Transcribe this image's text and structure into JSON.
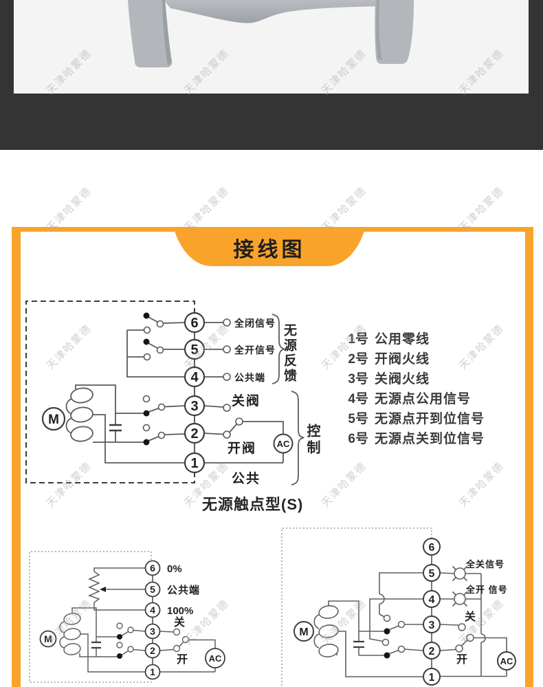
{
  "colors": {
    "accent": "#F9A32B",
    "dark_band": "#343434",
    "photo_bg": "#f4f4f5"
  },
  "watermark": {
    "text": "天津哈蒙德"
  },
  "banner": {
    "title": "接线图"
  },
  "legend": {
    "items": [
      {
        "num": "1号",
        "desc": "公用零线"
      },
      {
        "num": "2号",
        "desc": "开阀火线"
      },
      {
        "num": "3号",
        "desc": "关阀火线"
      },
      {
        "num": "4号",
        "desc": "无源点公用信号"
      },
      {
        "num": "5号",
        "desc": "无源点开到位信号"
      },
      {
        "num": "6号",
        "desc": "无源点关到位信号"
      }
    ]
  },
  "main": {
    "terminals": [
      "6",
      "5",
      "4",
      "3",
      "2",
      "1"
    ],
    "labels": {
      "full_close": "全闭信号",
      "full_open": "全开信号",
      "common_fb": "公共端",
      "close_valve": "关阀",
      "open_valve": "开阀",
      "common": "公共",
      "feedback_group": "无源反馈",
      "control_group": "控制",
      "ac": "AC",
      "motor": "M"
    },
    "caption": "无源触点型(S)"
  },
  "bottom_left": {
    "terminals": [
      "6",
      "5",
      "4",
      "3",
      "2",
      "1"
    ],
    "labels": {
      "p0": "0%",
      "common": "公共端",
      "p100": "100%",
      "close": "关",
      "open": "开",
      "ac": "AC",
      "motor": "M"
    }
  },
  "bottom_right": {
    "terminals": [
      "6",
      "5",
      "4",
      "3",
      "2",
      "1"
    ],
    "labels": {
      "close_signal": "全关信号",
      "open_signal": "全开 信号",
      "close": "关",
      "open": "开",
      "ac": "AC",
      "motor": "M"
    }
  }
}
